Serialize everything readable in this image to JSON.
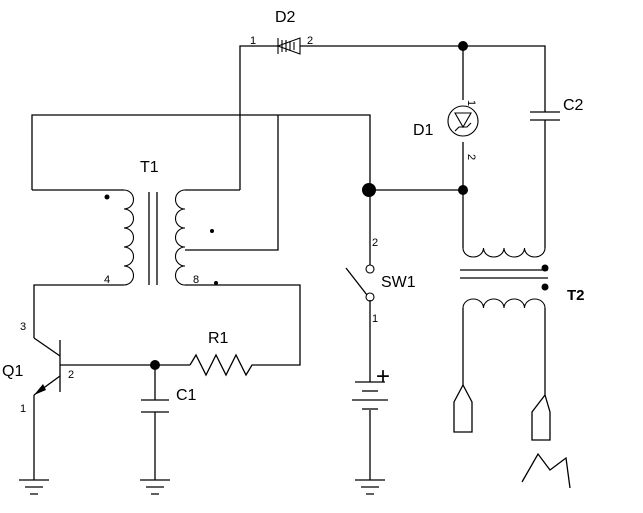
{
  "components": {
    "d2": {
      "ref": "D2",
      "pin1": "1",
      "pin2": "2"
    },
    "d1": {
      "ref": "D1",
      "pin1": "1",
      "pin2": "2"
    },
    "c2": {
      "ref": "C2"
    },
    "t1": {
      "ref": "T1",
      "pin4": "4",
      "pin8": "8"
    },
    "t2": {
      "ref": "T2"
    },
    "sw1": {
      "ref": "SW1",
      "pin1": "1",
      "pin2": "2"
    },
    "q1": {
      "ref": "Q1",
      "pin1": "1",
      "pin2": "2",
      "pin3": "3"
    },
    "r1": {
      "ref": "R1"
    },
    "c1": {
      "ref": "C1"
    },
    "battery": {
      "plus": "+"
    }
  }
}
